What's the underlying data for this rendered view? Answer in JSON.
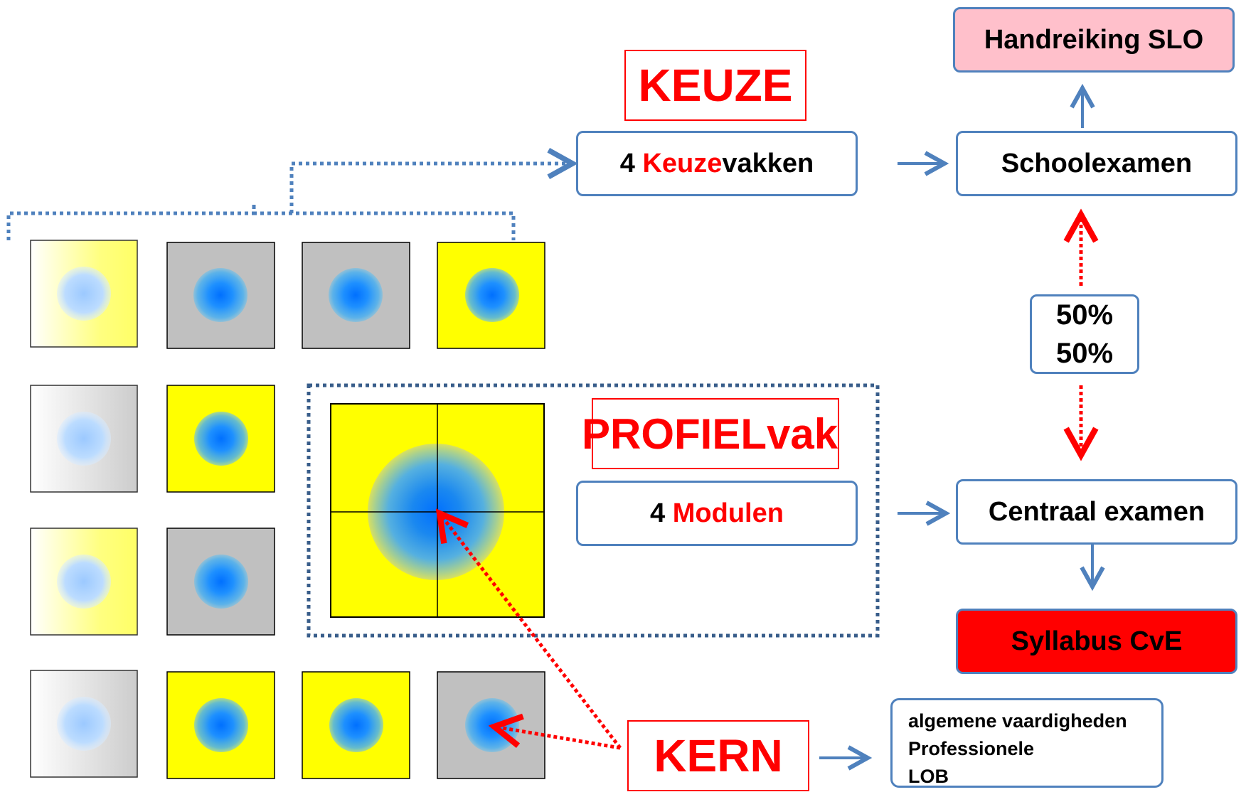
{
  "labels": {
    "keuze": "KEUZE",
    "profielvak": "PROFIELvak",
    "kern": "KERN"
  },
  "boxes": {
    "keuzevakken": {
      "count": "4",
      "highlight": "Keuze",
      "rest": "vakken"
    },
    "modulen": {
      "count": "4",
      "highlight": "Modulen"
    },
    "handreiking": "Handreiking SLO",
    "schoolexamen": "Schoolexamen",
    "weights": [
      "50%",
      "50%"
    ],
    "centraal": "Centraal examen",
    "syllabus": "Syllabus CvE",
    "kern_items": [
      "algemene vaardigheden",
      "Professionele",
      "LOB"
    ]
  },
  "colors": {
    "box_border": "#4f81bd",
    "accent_red": "#ff0000",
    "handreiking_fill": "#ffc0cb",
    "syllabus_fill": "#ff0000",
    "tile_yellow": "#ffff00",
    "tile_gray": "#c0c0c0",
    "dot_blue": "#0070ff"
  },
  "tile_grid": [
    [
      "fade-yellow",
      "gray",
      "gray",
      "yellow"
    ],
    [
      "fade-gray",
      "yellow"
    ],
    [
      "fade-yellow",
      "gray"
    ],
    [
      "fade-gray",
      "yellow",
      "yellow",
      "gray"
    ]
  ]
}
